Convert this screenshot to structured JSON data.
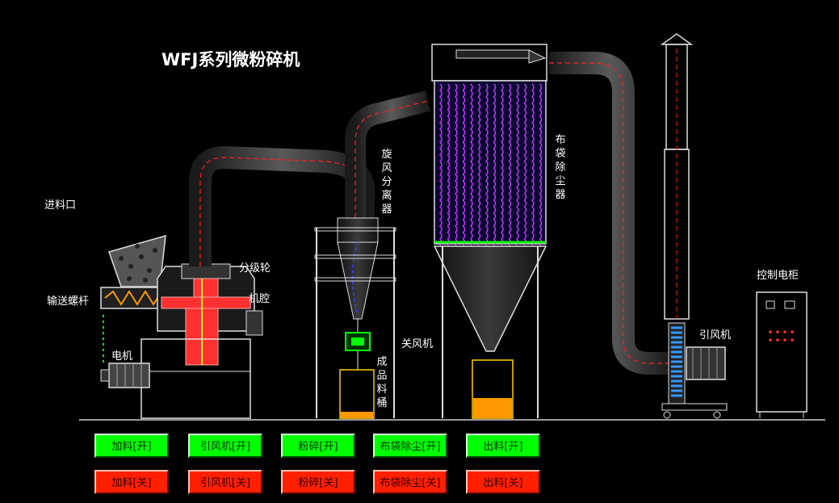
{
  "title": "WFJ系列微粉碎机",
  "labels": {
    "feed_inlet": "进料口",
    "classifier_wheel": "分级轮",
    "screw_conveyor": "输送螺杆",
    "chamber": "机腔",
    "motor": "电机",
    "cyclone": "旋风分离器",
    "bag_filter": "布袋除尘器",
    "airlock": "关风机",
    "product_bin": "成品料桶",
    "fan": "引风机",
    "control_cabinet": "控制电柜"
  },
  "buttons": {
    "on": [
      {
        "label": "加料[开]",
        "state": "on"
      },
      {
        "label": "引风机[开]",
        "state": "on"
      },
      {
        "label": "粉碎[开]",
        "state": "on"
      },
      {
        "label": "布袋除尘[开]",
        "state": "on"
      },
      {
        "label": "出料[开]",
        "state": "on"
      }
    ],
    "off": [
      {
        "label": "加料[关]",
        "state": "off"
      },
      {
        "label": "引风机[关]",
        "state": "off"
      },
      {
        "label": "粉碎[关]",
        "state": "off"
      },
      {
        "label": "布袋除尘[关]",
        "state": "off"
      },
      {
        "label": "出料[关]",
        "state": "off"
      }
    ]
  },
  "colors": {
    "on_button": "#00ff00",
    "off_button": "#ff2000",
    "airflow": "#ff2020",
    "filter_bags": "#cc33ff",
    "product_level": "#ff9900"
  }
}
